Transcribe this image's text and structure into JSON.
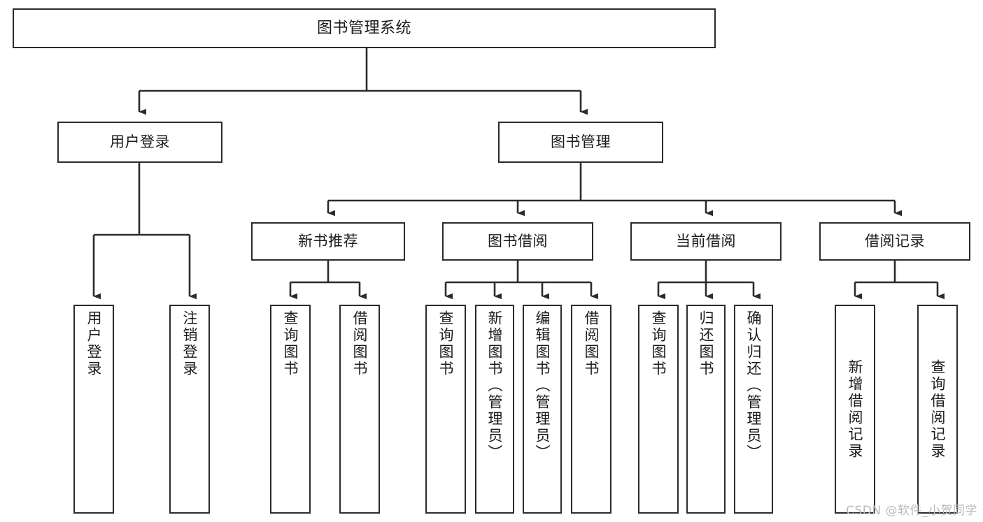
{
  "diagram": {
    "type": "tree-hierarchy",
    "title": "图书管理系统",
    "stroke_color": "#2b2b2b",
    "fill_color": "#ffffff",
    "root": {
      "id": "root",
      "label": "图书管理系统"
    },
    "level1": [
      {
        "id": "user-login",
        "label": "用户登录"
      },
      {
        "id": "book-manage",
        "label": "图书管理"
      }
    ],
    "level2": [
      {
        "id": "new-book-rec",
        "label": "新书推荐",
        "parent": "book-manage"
      },
      {
        "id": "book-borrow",
        "label": "图书借阅",
        "parent": "book-manage"
      },
      {
        "id": "current-borrow",
        "label": "当前借阅",
        "parent": "book-manage"
      },
      {
        "id": "borrow-record",
        "label": "借阅记录",
        "parent": "book-manage"
      }
    ],
    "leaves": [
      {
        "id": "leaf-user-login",
        "label": "用户登录",
        "parent": "user-login"
      },
      {
        "id": "leaf-logout",
        "label": "注销登录",
        "parent": "user-login"
      },
      {
        "id": "leaf-query-book-1",
        "label": "查询图书",
        "parent": "new-book-rec"
      },
      {
        "id": "leaf-borrow-book-1",
        "label": "借阅图书",
        "parent": "new-book-rec"
      },
      {
        "id": "leaf-query-book-2",
        "label": "查询图书",
        "parent": "book-borrow"
      },
      {
        "id": "leaf-add-book",
        "label": "新增图书（管理员）",
        "parent": "book-borrow"
      },
      {
        "id": "leaf-edit-book",
        "label": "编辑图书（管理员）",
        "parent": "book-borrow"
      },
      {
        "id": "leaf-borrow-book-2",
        "label": "借阅图书",
        "parent": "book-borrow"
      },
      {
        "id": "leaf-query-book-3",
        "label": "查询图书",
        "parent": "current-borrow"
      },
      {
        "id": "leaf-return-book",
        "label": "归还图书",
        "parent": "current-borrow"
      },
      {
        "id": "leaf-confirm-return",
        "label": "确认归还（管理员）",
        "parent": "current-borrow"
      },
      {
        "id": "leaf-add-record",
        "label": "新增借阅记录",
        "parent": "borrow-record"
      },
      {
        "id": "leaf-query-record",
        "label": "查询借阅记录",
        "parent": "borrow-record"
      }
    ]
  },
  "watermark": {
    "text": "CSDN @软件_小贺同学"
  }
}
